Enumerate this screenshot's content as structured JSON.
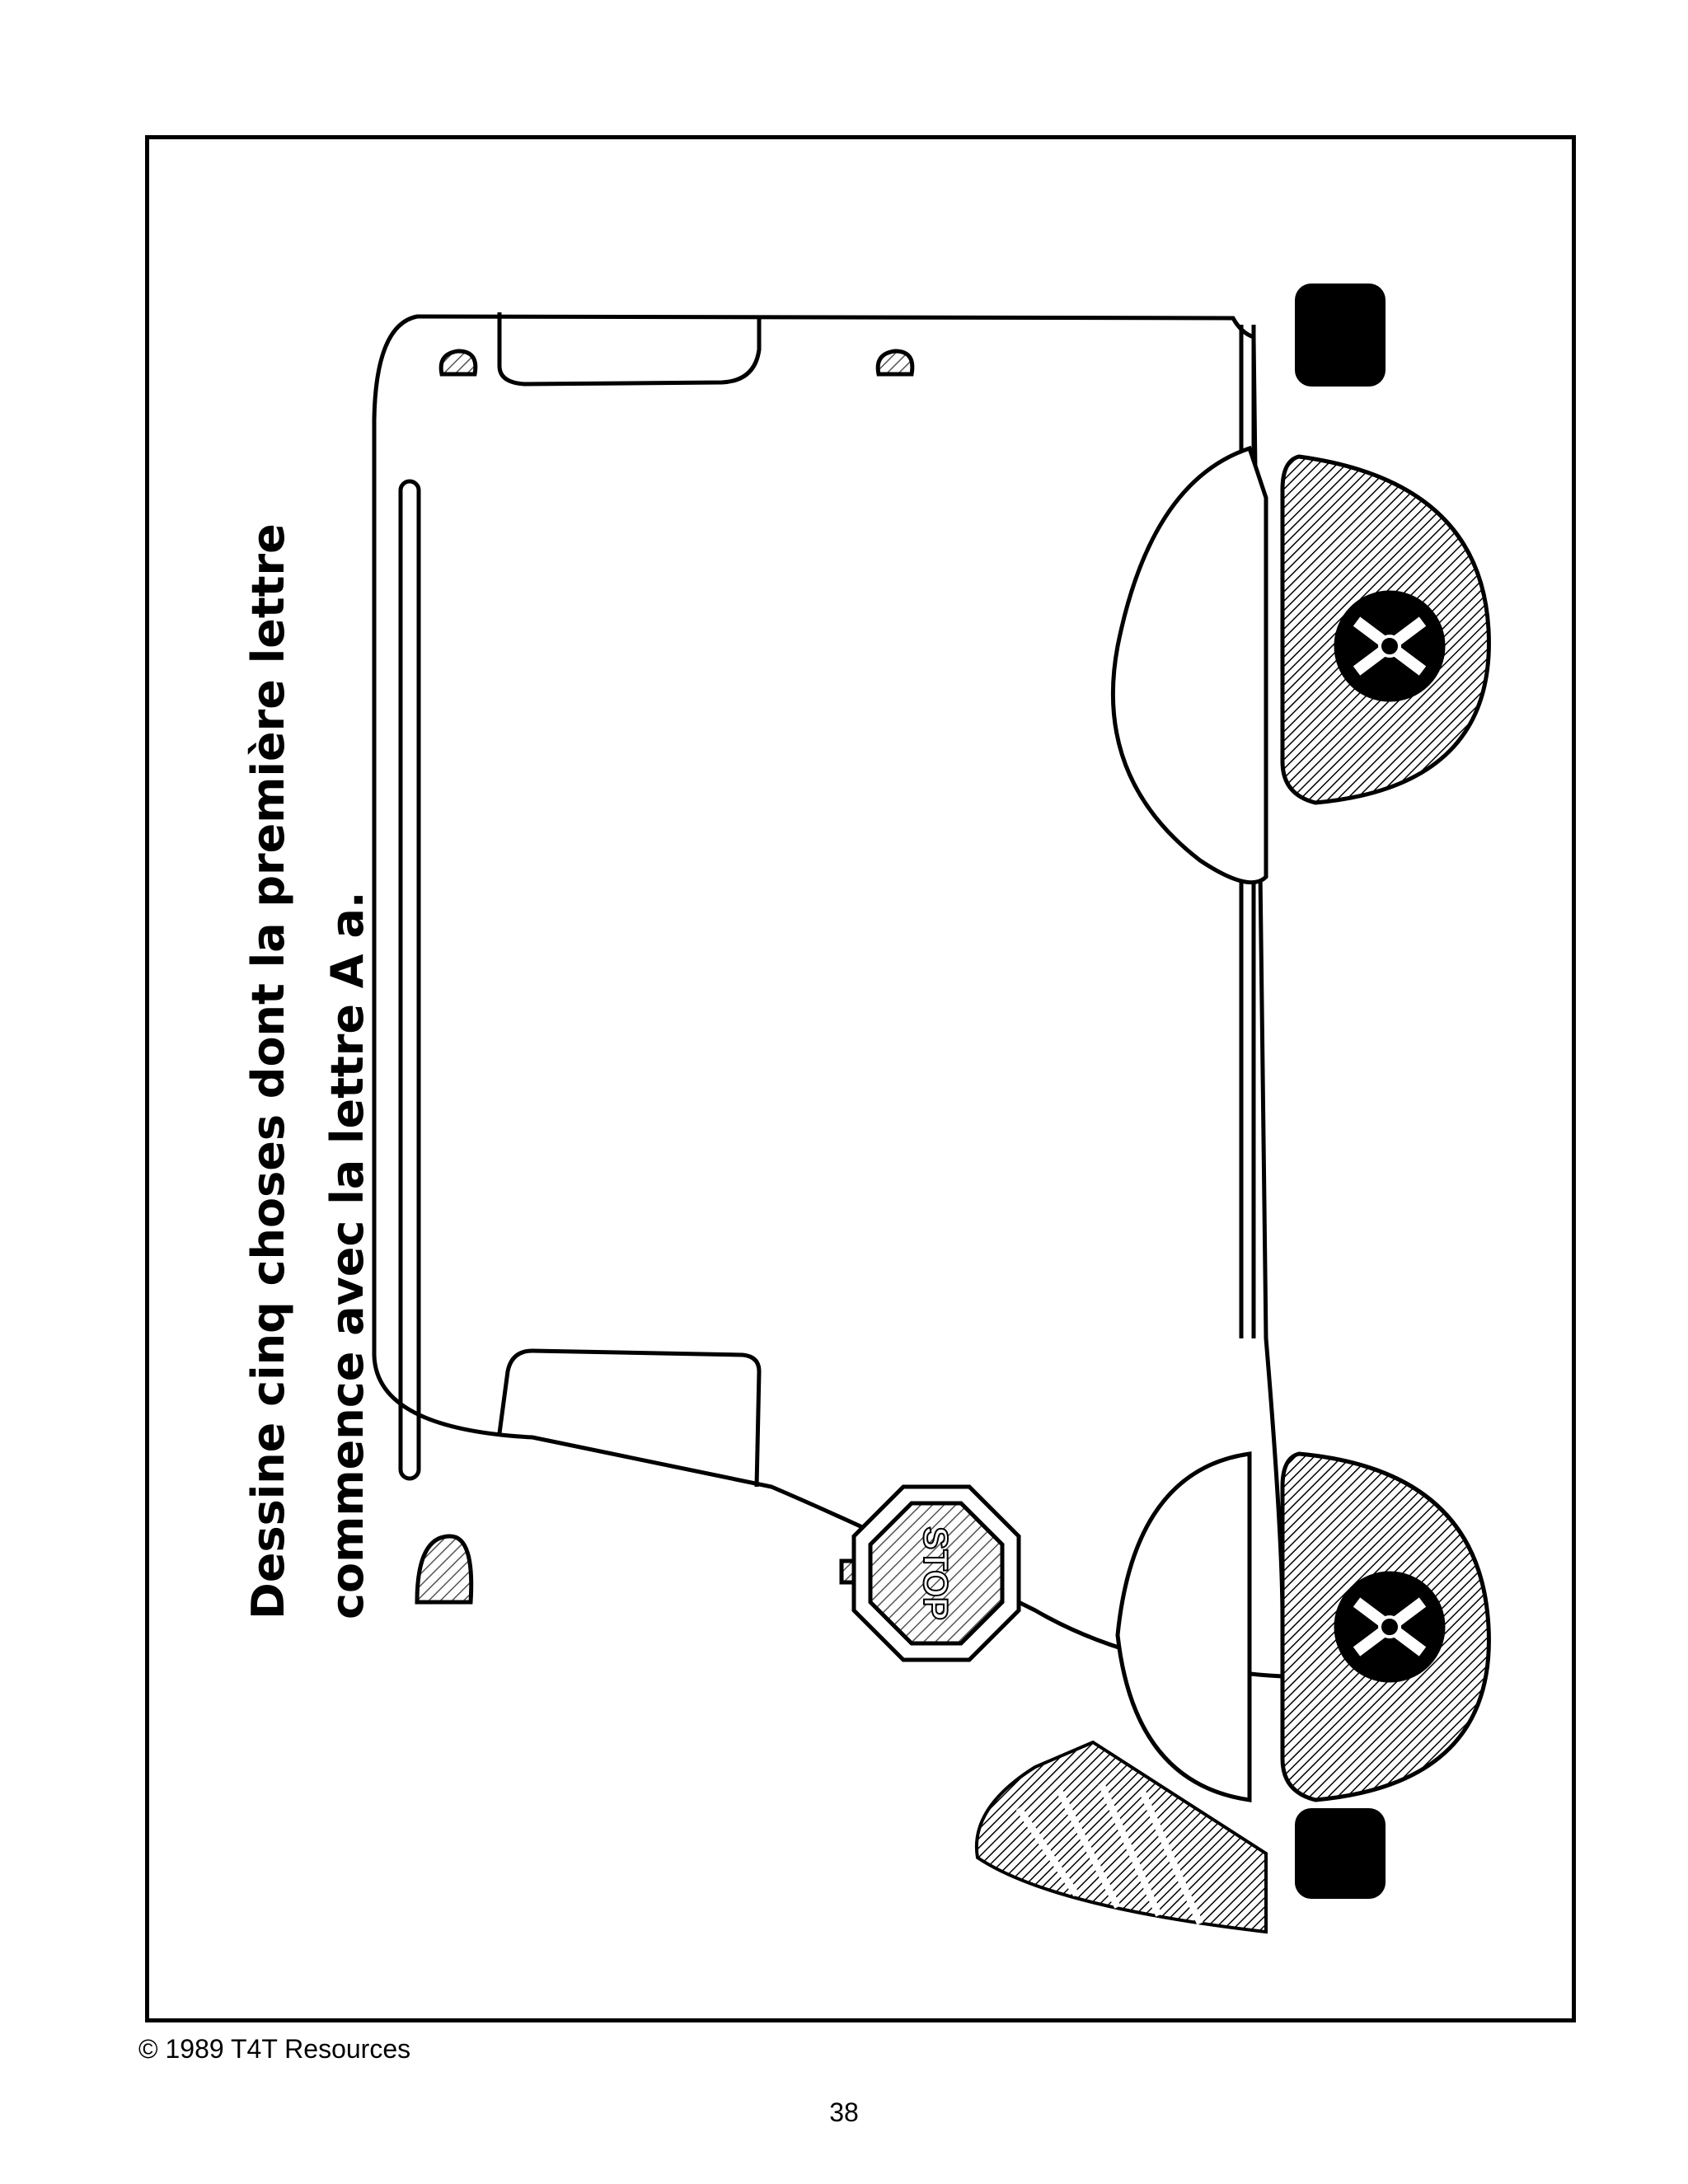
{
  "instruction": {
    "line1": "Dessine cinq choses dont la première lettre",
    "line2": "commence avec la lettre A a."
  },
  "illustration": {
    "subject": "school-bus-front-view",
    "stop_sign_text": "STOP"
  },
  "footer": {
    "copyright": "© 1989 T4T Resources",
    "page_number": "38"
  }
}
